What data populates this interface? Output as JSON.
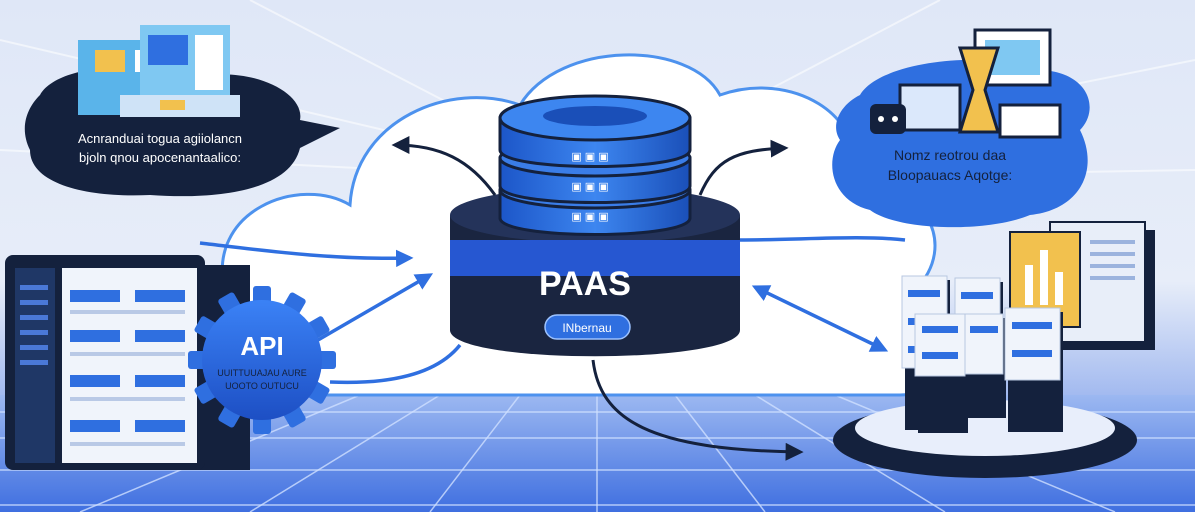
{
  "bubbles": {
    "left": {
      "line1": "Acnranduai togua agiiolancn",
      "line2": "bjoln qnou apocenantaalico:"
    },
    "right": {
      "line1": "Nomz reotrou daa",
      "line2": "Bloopauacs Aqotge:"
    }
  },
  "center": {
    "title": "PAAS",
    "pill": "INbernau",
    "disk_marks": [
      "▣ ▣ ▣",
      "▣ ▣ ▣",
      "▣ ▣ ▣"
    ]
  },
  "api": {
    "title": "API",
    "line1": "UUITTUUAJAU AURE",
    "line2": "UOOTO OUTUCU"
  },
  "colors": {
    "navy": "#14213d",
    "primary_blue": "#2f6fe0",
    "light_blue": "#5aa8ff",
    "cloud": "#ffffff",
    "background": "#e9eef9",
    "accent_yellow": "#f2c14e"
  }
}
